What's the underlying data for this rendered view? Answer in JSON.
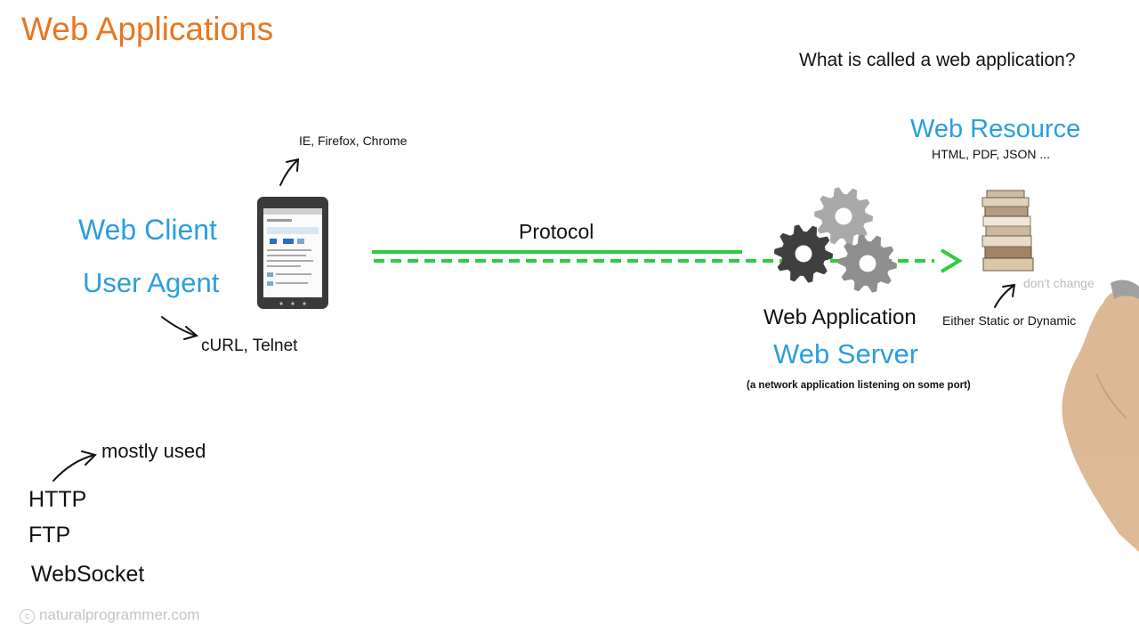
{
  "header": {
    "title": "Web Applications",
    "question": "What is called a web application?"
  },
  "client": {
    "label_1": "Web Client",
    "label_2": "User Agent",
    "browsers": "IE, Firefox, Chrome",
    "tools": "cURL, Telnet"
  },
  "connection": {
    "label": "Protocol"
  },
  "server": {
    "label_1": "Web Application",
    "label_2": "Web Server",
    "note": "(a network application listening on some port)"
  },
  "resource": {
    "title": "Web Resource",
    "formats": "HTML, PDF, JSON ...",
    "type_note": "Either Static or Dynamic",
    "handwriting": "don't change"
  },
  "protocols": {
    "note": "mostly used",
    "items": [
      "HTTP",
      "FTP",
      "WebSocket"
    ]
  },
  "credit": {
    "text": "naturalprogrammer.com"
  },
  "colors": {
    "title": "#e87722",
    "accent": "#2a9ee0",
    "line": "#2ecc40",
    "gear": "#777777"
  }
}
